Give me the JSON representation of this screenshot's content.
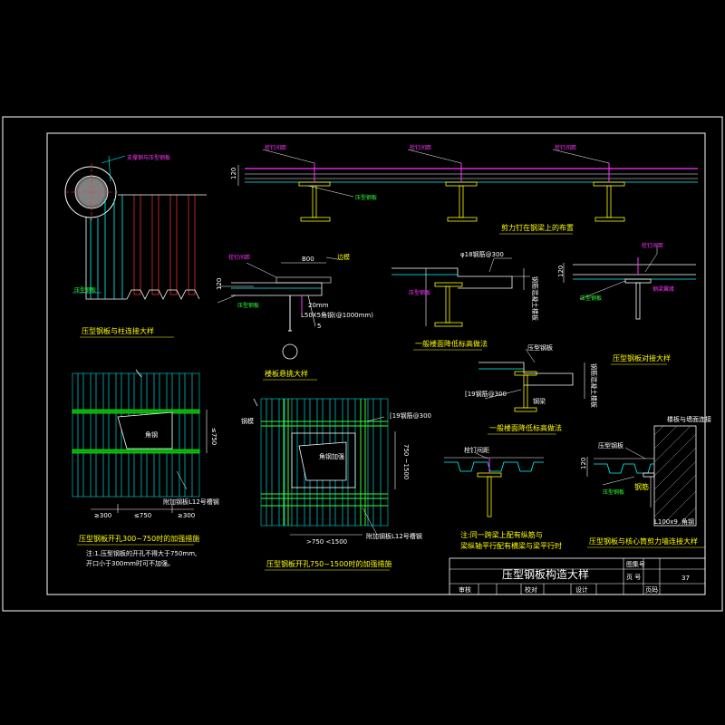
{
  "labels": {
    "top_left_annot": "支撑钢与压型钢板",
    "top_left_bottom": "压型钢板",
    "title_col_detail": "压型钢板与柱连接大样",
    "top_lbl1": "栓钉间距",
    "top_lbl2": "栓钉间距",
    "top_lbl3": "栓钉间距",
    "top_dim_120": "120",
    "top_bottom_lbl": "压型钢板",
    "title_stud": "剪力钉在钢梁上的布置",
    "mid_stud_lbl": "栓钉间距",
    "mid_dim_b00": "B00",
    "mid_annot_r": "边模",
    "mid_dim_120": "120",
    "mid_deck_lbl": "压型钢板",
    "mid_dim_20mm": "20mm",
    "mid_angle": "L50X5角钢(@1000mm)",
    "mid_num5": "5",
    "title_edge": "楼板悬挑大样",
    "sec2_rebar": "φ18钢筋@300",
    "sec2_lbl_l": "压型钢板",
    "sec2_vert": "钢筋混凝土楼板",
    "title_sec2": "一般楼面降低标高做法",
    "sec3_lbl": "栓钉间距",
    "sec3_dim": "120",
    "sec3_bottom": "压型钢板",
    "sec3_vert": "钢梁翼缘",
    "title_sec3": "压型钢板对接大样",
    "sec4_annot": "压型钢板",
    "sec4_rebar": "[19钢筋@300",
    "sec4_lbl2": "钢梁",
    "sec4_vert": "钢筋混凝土楼板",
    "title_sec4": "一般楼面降低标高做法",
    "open1_dim_v": "≤750",
    "open1_lbl_steel": "角钢",
    "open1_lbl_bottom": "附加钢板L12号槽钢",
    "open1_dim1": "≥300",
    "open1_dim2": "≤750",
    "open1_dim3": "≥300",
    "title_open1": "压型钢板开孔300~750时的加强措施",
    "note_line1": "注:1.压型钢板的开孔不得大于750mm,",
    "note_line2": "开口小于300mm时可不加强。",
    "open2_lbl_l": "钢模",
    "open2_lbl_tr": "[19钢筋@300",
    "open2_lbl_c": "角钢加强",
    "open2_dim_v": "750 ~1500",
    "open2_lbl_b": "附加钢板L12号槽钢",
    "open2_dim_b": ">750 <1500",
    "title_open2": "压型钢板开孔750~1500时的加强措施",
    "sec5_lbl": "栓钉间距",
    "sec5_note1": "注:同一跨梁上配有纵筋与",
    "sec5_note2": "梁纵轴平行配有横梁与梁平行时",
    "sec6_top": "楼板与墙面连接",
    "sec6_lbl": "压型钢板",
    "sec6_dim": "120",
    "sec6_bottom": "压型钢板",
    "sec6_rebar": "钢筋",
    "sec6_angle": "L100x9",
    "sec6_angle2": "角钢",
    "title_sec6": "压型钢板与核心筒剪力墙连接大样"
  },
  "title_block": {
    "title": "压型钢板构造大样",
    "label_drawing_no": "图集号",
    "label_page": "页 号",
    "page_no": "37",
    "label_page2": "页码",
    "review": "审核",
    "check": "校对",
    "design": "设计"
  },
  "colors": {
    "background": "#000000",
    "frame": "#ffffff",
    "steel_cyan": "#00ffff",
    "beam_yellow": "#ffff00",
    "stud_magenta": "#ff33ff",
    "label_green": "#33ff33",
    "rebar_red": "#ff3333",
    "title_yellow": "#ffff00"
  }
}
